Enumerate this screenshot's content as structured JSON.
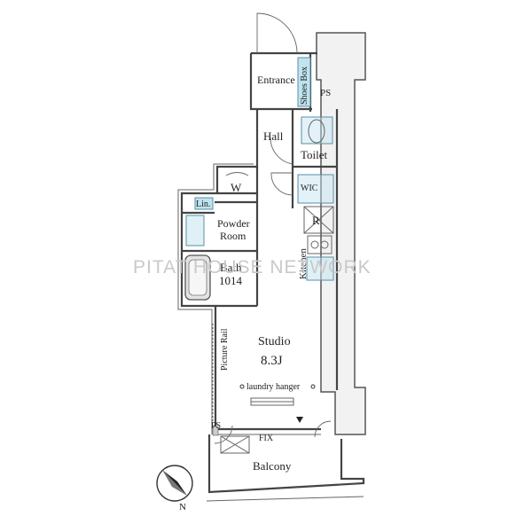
{
  "rooms": {
    "entrance": "Entrance",
    "shoes_box": "Shoes Box",
    "ps_top": "PS",
    "hall": "Hall",
    "toilet": "Toilet",
    "w": "W",
    "wic": "WIC",
    "lin": "Lin.",
    "powder_line1": "Powder",
    "powder_line2": "Room",
    "r": "R",
    "kitchen": "Kitchen",
    "bath_line1": "Bath",
    "bath_line2": "1014",
    "studio": "Studio",
    "studio_size": "8.3J",
    "picture_rail": "Picture Rail",
    "laundry_hanger": "laundry hanger",
    "ps_bottom": "PS",
    "fix": "FIX",
    "balcony": "Balcony"
  },
  "compass": {
    "label": "N"
  },
  "watermark": "PITAT HOUSE NETWORK",
  "colors": {
    "fixture_fill": "#bfe3ef",
    "wall": "#444444",
    "watermark": "#c9c9c9"
  }
}
